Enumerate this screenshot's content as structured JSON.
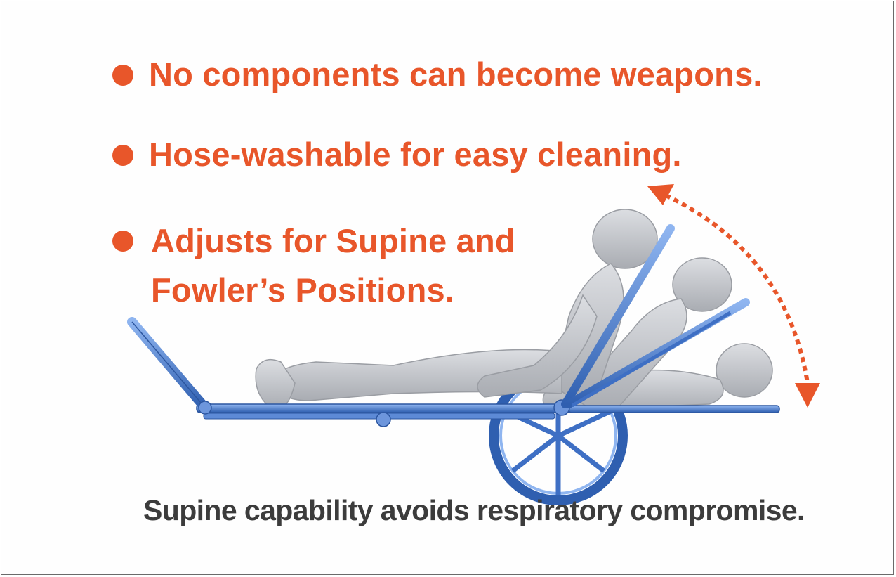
{
  "colors": {
    "accent": "#e8562a",
    "caption": "#3c3c3c",
    "frame_blue": "#4a7fd1",
    "figure_gray": "#c9cbcf"
  },
  "bullets": [
    {
      "text": "No components can become weapons."
    },
    {
      "text": "Hose-washable for easy cleaning."
    },
    {
      "text": "Adjusts for Supine and Fowler’s Positions."
    }
  ],
  "caption": "Supine capability avoids respiratory compromise.",
  "illustration": {
    "subject": "patient-figures-on-wheeled-litter",
    "positions_shown": 3,
    "arrow": "double-headed-dotted-arc"
  }
}
